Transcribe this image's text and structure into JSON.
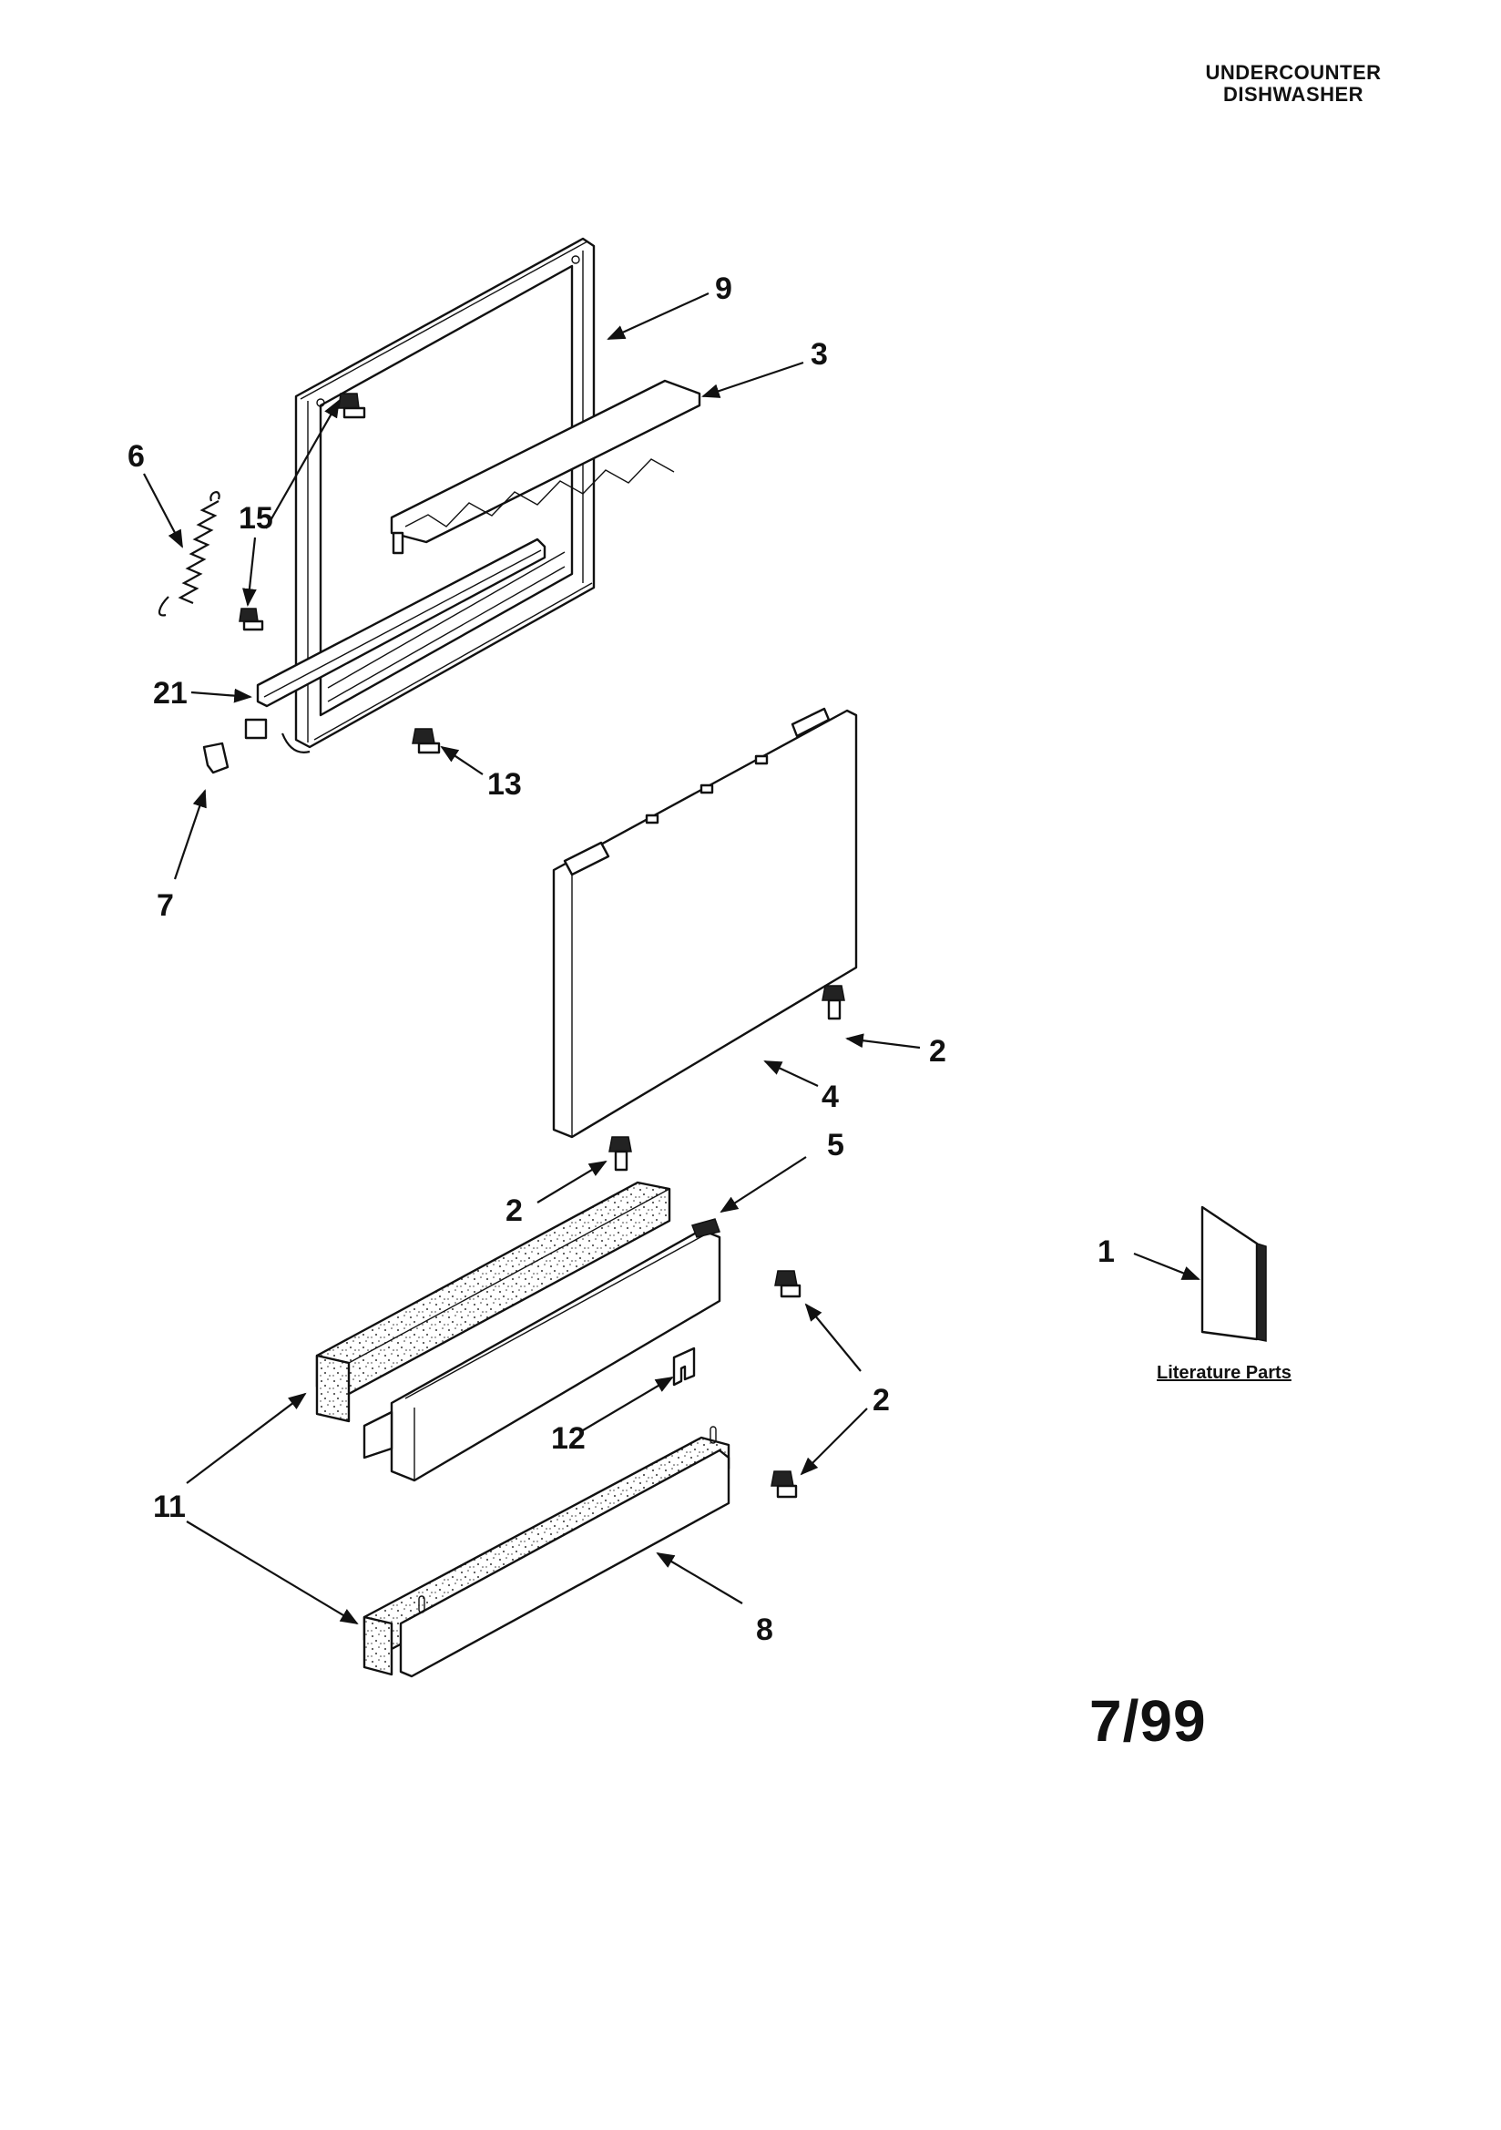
{
  "header": {
    "line1": "UNDERCOUNTER",
    "line2": "DISHWASHER"
  },
  "date_code": "7/99",
  "literature_label": "Literature Parts",
  "callouts": {
    "c9": "9",
    "c3": "3",
    "c6": "6",
    "c15": "15",
    "c21": "21",
    "c13": "13",
    "c7": "7",
    "c2a": "2",
    "c4": "4",
    "c5": "5",
    "c2b": "2",
    "c1": "1",
    "c2c": "2",
    "c12": "12",
    "c11": "11",
    "c8": "8"
  }
}
